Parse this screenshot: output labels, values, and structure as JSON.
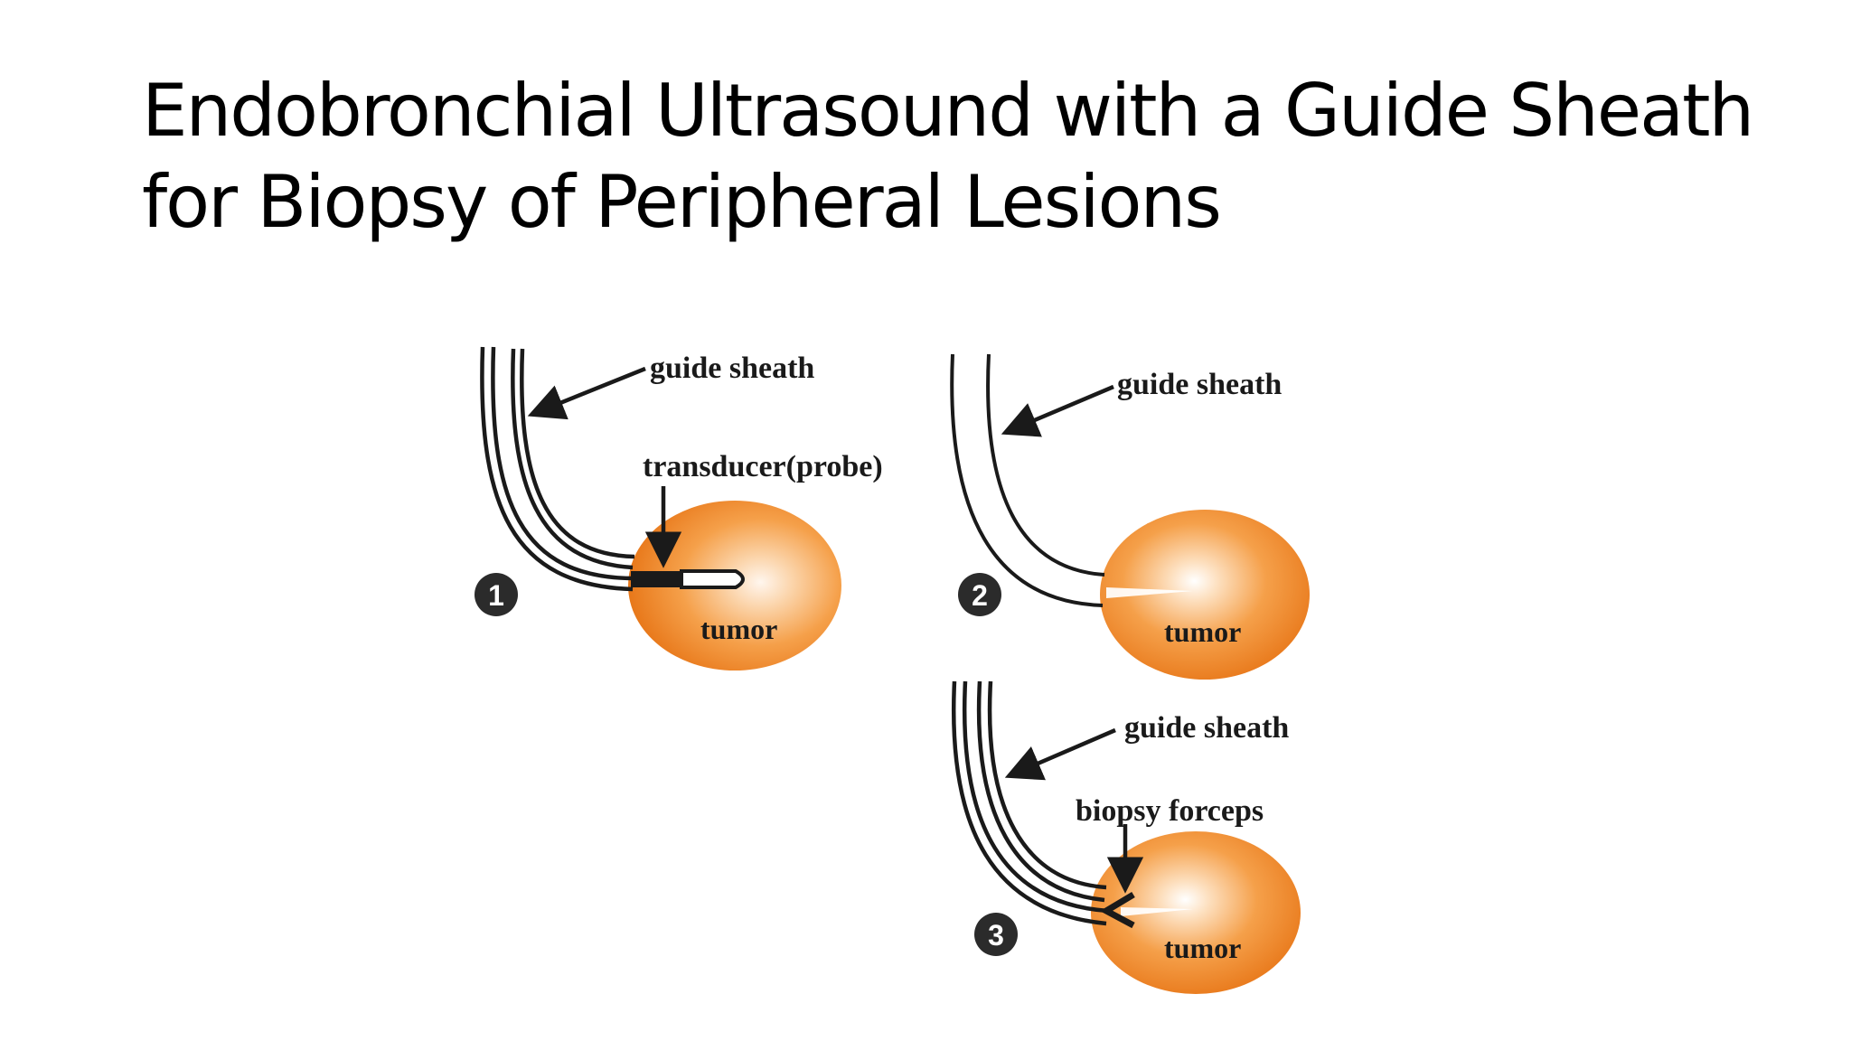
{
  "slide": {
    "title_line1": "Endobronchial Ultrasound with a Guide Sheath",
    "title_line2": "for Biopsy of Peripheral Lesions"
  },
  "panels": [
    {
      "step": "1",
      "sheath_label": "guide sheath",
      "tool_label": "transducer(probe)",
      "tumor_label": "tumor"
    },
    {
      "step": "2",
      "sheath_label": "guide sheath",
      "tumor_label": "tumor"
    },
    {
      "step": "3",
      "sheath_label": "guide sheath",
      "tool_label": "biopsy forceps",
      "tumor_label": "tumor"
    }
  ],
  "colors": {
    "tumor_core": "#fff6ee",
    "tumor_mid": "#f5a04a",
    "tumor_edge": "#e8781a",
    "line": "#1a1a1a",
    "number_badge": "#2b2b2b"
  },
  "icons": [
    "arrow-icon",
    "step-number-icon",
    "transducer-probe-icon",
    "biopsy-forceps-icon"
  ]
}
